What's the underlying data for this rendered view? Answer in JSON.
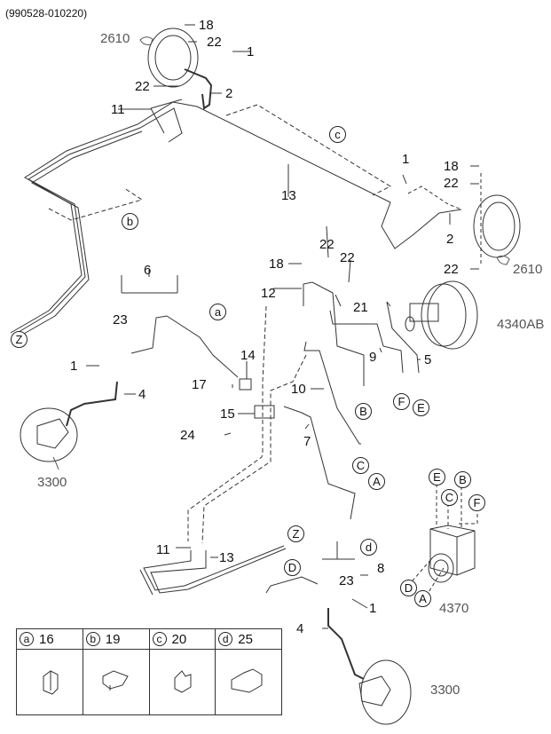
{
  "header": {
    "code": "(990528-010220)"
  },
  "part_labels": {
    "p18a": "18",
    "p22a": "22",
    "p1a": "1",
    "p22b": "22",
    "p2a": "2",
    "p11a": "11",
    "p13": "13",
    "p1b": "1",
    "p18b": "18",
    "p22c": "22",
    "p2b": "2",
    "p22d": "22",
    "p22e": "22",
    "p22f": "22",
    "p18c": "18",
    "p12": "12",
    "p21": "21",
    "p9": "9",
    "p5": "5",
    "p6": "6",
    "p23a": "23",
    "p1c": "1",
    "p4a": "4",
    "p14": "14",
    "p17": "17",
    "p15": "15",
    "p24": "24",
    "p10": "10",
    "p7": "7",
    "p11b": "11",
    "p13b": "13",
    "p8": "8",
    "p23b": "23",
    "p1d": "1",
    "p4b": "4"
  },
  "references": {
    "r2610a": "2610",
    "r2610b": "2610",
    "r4340": "4340AB",
    "r3300a": "3300",
    "r3300b": "3300",
    "r4370": "4370"
  },
  "circle_markers": {
    "c": "c",
    "b": "b",
    "a": "a",
    "d": "d",
    "Z1": "Z",
    "Z2": "Z",
    "B1": "B",
    "F1": "F",
    "E1": "E",
    "C1": "C",
    "A1": "A",
    "D1": "D",
    "E2": "E",
    "B2": "B",
    "C2": "C",
    "F2": "F",
    "D2": "D",
    "A2": "A"
  },
  "legend": [
    {
      "marker": "a",
      "part": "16"
    },
    {
      "marker": "b",
      "part": "19"
    },
    {
      "marker": "c",
      "part": "20"
    },
    {
      "marker": "d",
      "part": "25"
    }
  ]
}
